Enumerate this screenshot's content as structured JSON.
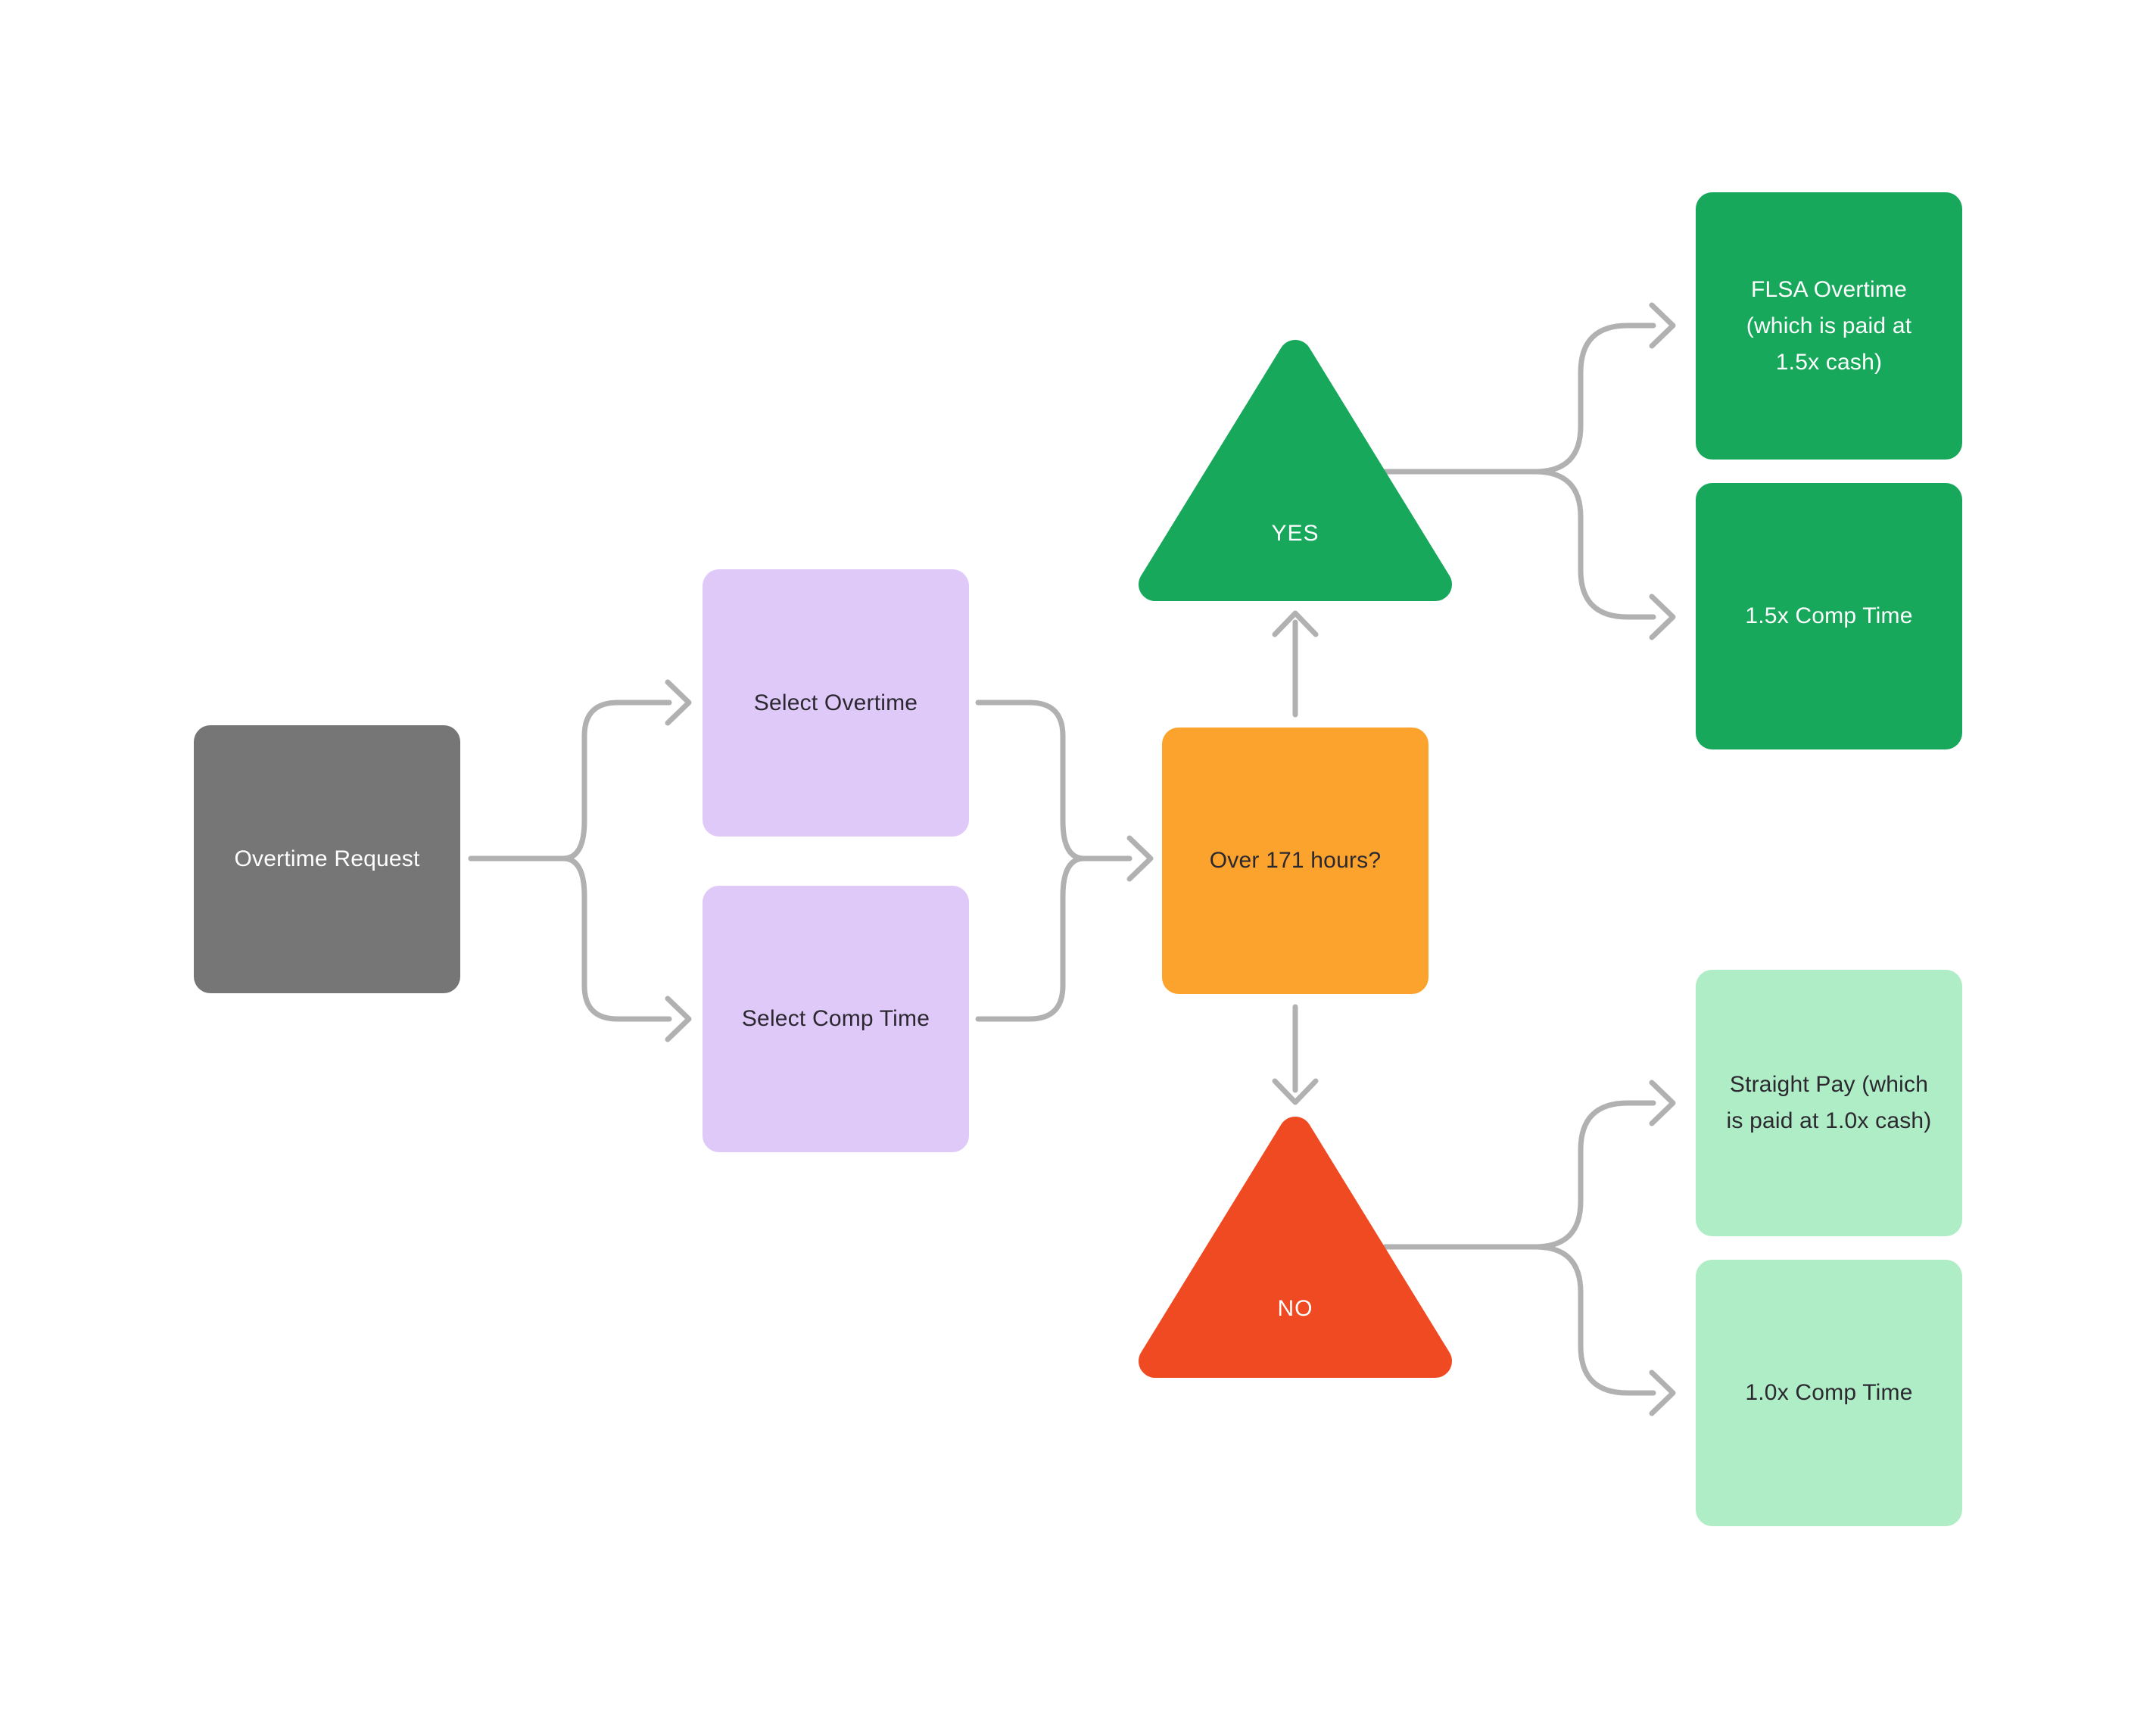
{
  "colors": {
    "gray": "#767676",
    "purple": "#dec9f8",
    "orange": "#fba32c",
    "green": "#17a85b",
    "lightgreen": "#afedc6",
    "red": "#f04a23",
    "arrow": "#b1b1b1",
    "dark-text": "#2b2830"
  },
  "nodes": {
    "overtime_request": {
      "label": "Overtime Request"
    },
    "select_overtime": {
      "label": "Select Overtime"
    },
    "select_comp_time": {
      "label": "Select Comp Time"
    },
    "over_171_hours": {
      "label": "Over 171 hours?"
    },
    "yes": {
      "label": "YES"
    },
    "no": {
      "label": "NO"
    },
    "flsa_overtime": {
      "label": "FLSA Overtime (which is paid at 1.5x cash)"
    },
    "comp_time_15": {
      "label": "1.5x Comp Time"
    },
    "straight_pay": {
      "label": "Straight Pay (which is paid at 1.0x cash)"
    },
    "comp_time_10": {
      "label": "1.0x Comp Time"
    }
  }
}
